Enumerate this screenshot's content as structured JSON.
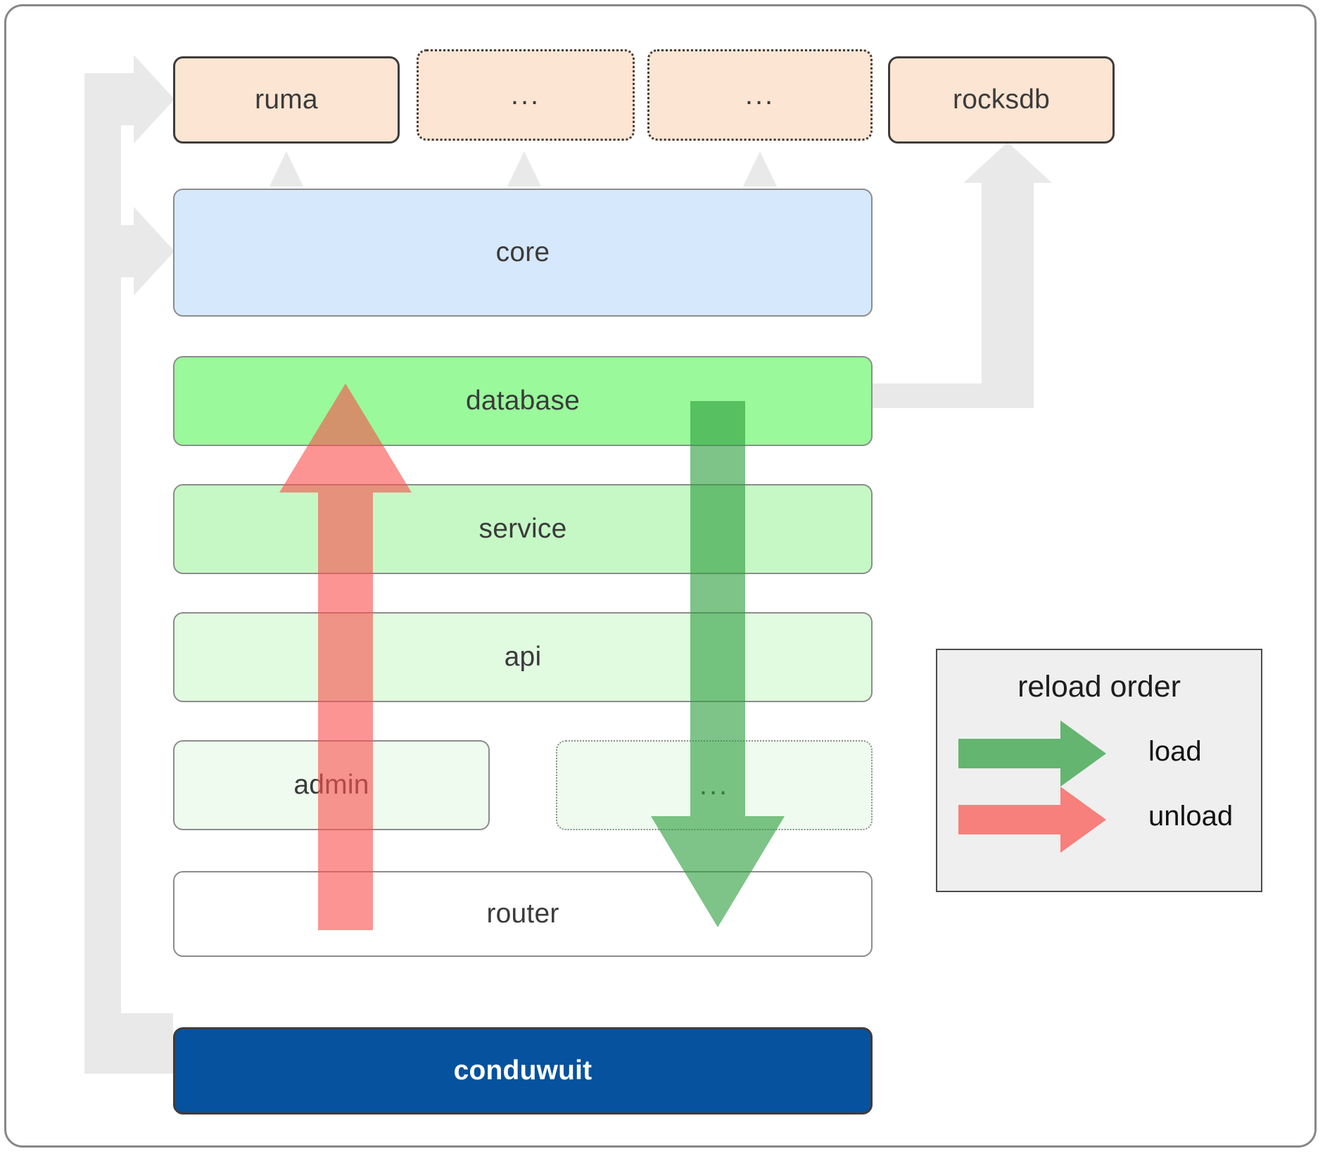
{
  "diagram": {
    "title": "conduwuit module reload order architecture",
    "top_row": [
      {
        "label": "ruma",
        "style": "solid",
        "fill": "#fde5d3"
      },
      {
        "label": "...",
        "style": "dotted",
        "fill": "#fde5d3"
      },
      {
        "label": "...",
        "style": "dotted",
        "fill": "#fde5d3"
      },
      {
        "label": "rocksdb",
        "style": "solid",
        "fill": "#fde5d3"
      }
    ],
    "core": {
      "label": "core",
      "fill": "#d6e8fb",
      "style": "solid"
    },
    "stack": [
      {
        "label": "database",
        "fill": "#99f99b",
        "style": "solid"
      },
      {
        "label": "service",
        "fill": "#c6f8c6",
        "style": "solid"
      },
      {
        "label": "api",
        "fill": "#e1fbe1",
        "style": "solid"
      }
    ],
    "split_row": [
      {
        "label": "admin",
        "fill": "#eefbee",
        "style": "solid"
      },
      {
        "label": "...",
        "fill": "#eefbee",
        "style": "dotted"
      }
    ],
    "router": {
      "label": "router",
      "fill": "#ffffff",
      "style": "solid"
    },
    "root": {
      "label": "conduwuit",
      "fill": "#07529e",
      "text_color": "#ffffff",
      "style": "solid"
    }
  },
  "legend": {
    "title": "reload order",
    "entries": [
      {
        "label": "load",
        "color": "#4caf50",
        "direction": "down"
      },
      {
        "label": "unload",
        "color": "#f98080",
        "direction": "up"
      }
    ]
  },
  "colors": {
    "frame_border": "#878787",
    "connector_gray": "#e9e9e9",
    "peach": "#fde5d3",
    "light_blue": "#d6e8fb",
    "green_load": "#4caf50",
    "red_unload": "#f98080",
    "deep_blue": "#07529e",
    "text": "#3b3b3b"
  }
}
